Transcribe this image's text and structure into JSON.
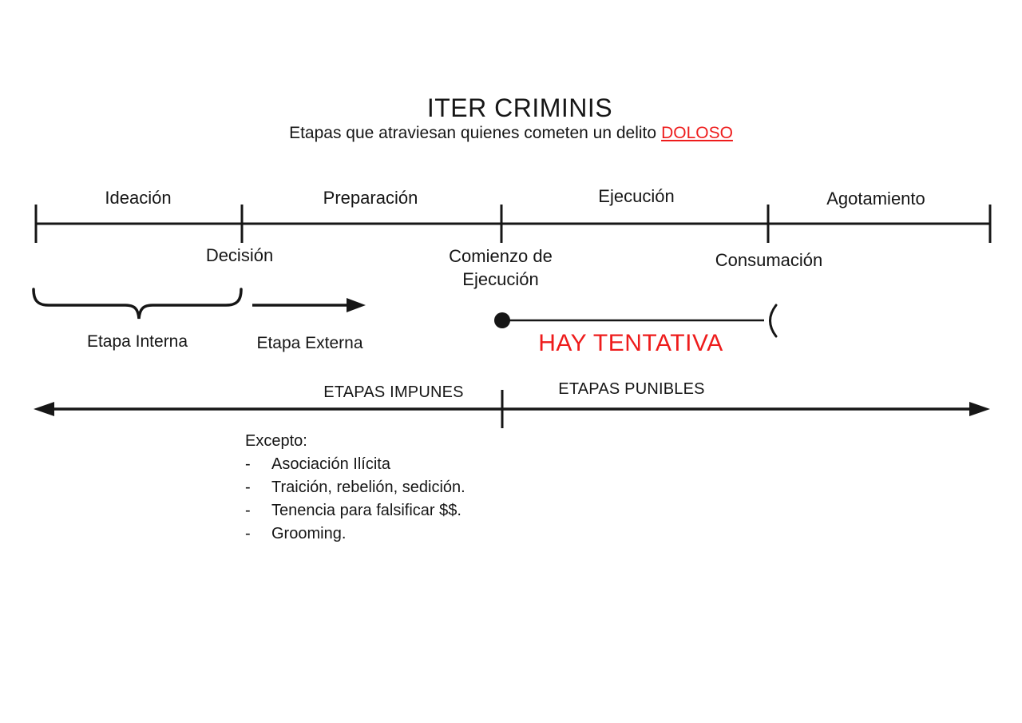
{
  "colors": {
    "ink": "#161616",
    "accent": "#ee1c1c",
    "background": "#ffffff"
  },
  "header": {
    "title": "ITER CRIMINIS",
    "subtitle_prefix": "Etapas que atraviesan quienes cometen un delito",
    "subtitle_highlight": "DOLOSO"
  },
  "timeline": {
    "phases": [
      {
        "label": "Ideación"
      },
      {
        "label": "Preparación"
      },
      {
        "label": "Ejecución"
      },
      {
        "label": "Agotamiento"
      }
    ],
    "milestones": [
      {
        "label": "Decisión"
      },
      {
        "label": "Comienzo de Ejecución"
      },
      {
        "label": "Consumación"
      }
    ]
  },
  "stages": {
    "internal_label": "Etapa Interna",
    "external_label": "Etapa Externa"
  },
  "tentativa_label": "HAY TENTATIVA",
  "punishability": {
    "impune_label": "ETAPAS IMPUNES",
    "punible_label": "ETAPAS PUNIBLES"
  },
  "exceptions": {
    "heading": "Excepto:",
    "bullet": "-",
    "items": [
      "Asociación Ilícita",
      "Traición, rebelión, sedición.",
      "Tenencia para falsificar $$.",
      "Grooming."
    ]
  }
}
